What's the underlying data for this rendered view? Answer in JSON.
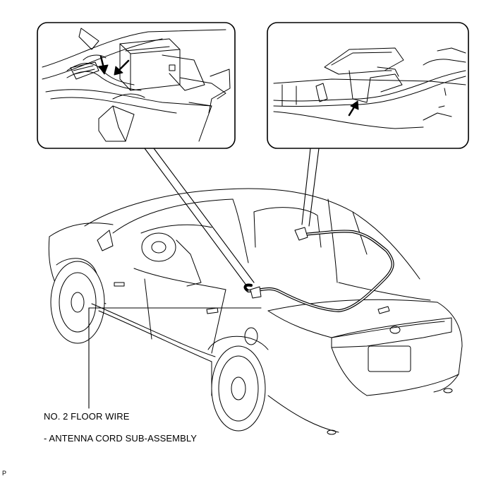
{
  "labels": {
    "floor_wire": "NO. 2 FLOOR WIRE",
    "antenna_cord": "- ANTENNA CORD SUB-ASSEMBLY",
    "figure_code": "P"
  },
  "callouts": [
    {
      "name": "left-detail-inset",
      "content": "connector behind dash, two arrows"
    },
    {
      "name": "right-detail-inset",
      "content": "rear shelf clamp, one arrow"
    }
  ],
  "colors": {
    "line": "#000000",
    "background": "#ffffff"
  }
}
